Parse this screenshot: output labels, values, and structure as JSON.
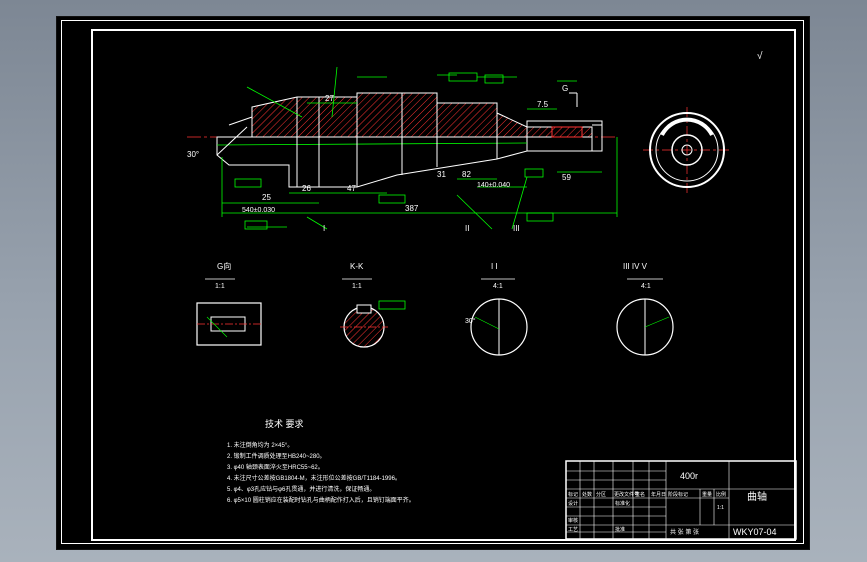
{
  "drawing": {
    "roughness_symbol": "√",
    "dimensions": {
      "d_25": "25",
      "d_26": "26",
      "d_47": "47",
      "d_387": "387",
      "d_27": "27",
      "d_7_5": "7.5",
      "d_59": "59",
      "d_82": "82",
      "d_31": "31",
      "d_140": "140±0.040",
      "d_540": "540±0.030",
      "angle_30": "30°",
      "angle_30b": "30°"
    },
    "callouts": {
      "i": "I",
      "ii": "II",
      "iii": "III",
      "g": "G"
    }
  },
  "sections": [
    {
      "label": "G向",
      "scale": "1:1"
    },
    {
      "label": "K-K",
      "scale": "1:1"
    },
    {
      "label": "I I",
      "scale": "4:1"
    },
    {
      "label": "III  IV  V",
      "scale": "4:1"
    }
  ],
  "notes": {
    "title": "技术 要求",
    "items": [
      "1. 未注倒角均为 2×45°。",
      "2. 锻制工件调质处理至HB240~280。",
      "3. φ40 轴颈表面淬火至HRC55~62。",
      "4. 未注尺寸公差按GB1804-M，未注形位公差按GB/T1184-1996。",
      "5. φ4、φ3孔应钻与φ6孔贯通，并进行清洗，保证畅通。",
      "6. φ5×10 圆柱销应在装配时钻孔与曲柄配作打入后，且销钉端面平齐。"
    ]
  },
  "title_block": {
    "material": "400r",
    "part_name": "曲轴",
    "drawing_number": "WKY07-04",
    "scale": "1:1",
    "header_cells": [
      "标记",
      "处数",
      "分区",
      "更改文件号",
      "签名",
      "年月日"
    ],
    "row_labels": [
      "设计",
      "审核",
      "工艺"
    ],
    "standardize": "标准化",
    "approve": "批准",
    "stage_label": "阶段标记",
    "weight_label": "重量",
    "scale_label": "比例",
    "sheet_info": "共 张 第 张"
  }
}
